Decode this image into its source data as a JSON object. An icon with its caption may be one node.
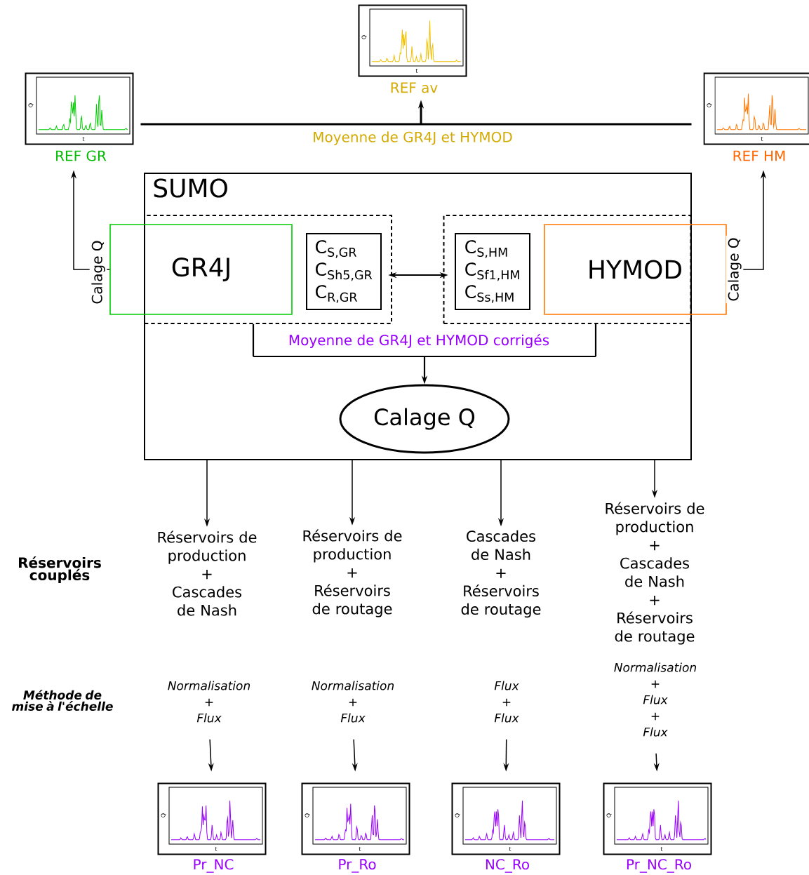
{
  "diagram": {
    "nodes": [
      {
        "text": [
          "Q",
          "t"
        ],
        "beside": [
          "REF av"
        ]
      },
      {
        "text": [
          "Q",
          "t"
        ],
        "beside": [
          "REF GR"
        ]
      },
      {
        "text": [
          "Q",
          "t"
        ],
        "beside": [
          "REF HM"
        ]
      },
      {
        "text": [
          "SUMO"
        ]
      },
      {
        "text": [],
        "shape": "box",
        "in": 3
      },
      {
        "text": [
          "C$_{S,GR}$",
          "C$_{Sh5,GR}$",
          "C$_{R,GR}$"
        ],
        "in": 4
      },
      {
        "text": [],
        "shape": "box",
        "in": 3
      },
      {
        "text": [
          "C$_{S,HM}$",
          "C$_{Sf1,HM}$",
          "C$_{Ss,HM}$"
        ],
        "in": 6
      },
      {
        "text": [
          "GR4J"
        ]
      },
      {
        "text": [
          "HYMOD"
        ]
      },
      {
        "text": [
          "Calage Q"
        ],
        "in": 3
      },
      {
        "text": [
          "Réservoirs de production",
          "+",
          "Cascades de Nash"
        ]
      },
      {
        "text": [
          "Réservoirs de production",
          "+",
          "Réservoirs de routage"
        ]
      },
      {
        "text": [
          "Cascades de Nash",
          "+",
          "Réservoirs de routage"
        ]
      },
      {
        "text": [
          "Réservoirs de production",
          "+",
          "Cascades de Nash",
          "+",
          "Réservoirs de routage"
        ]
      },
      {
        "text": [
          "Normalisation",
          "+",
          "Flux"
        ]
      },
      {
        "text": [
          "Normalisation",
          "+",
          "Flux"
        ]
      },
      {
        "text": [
          "Flux",
          "+",
          "Flux"
        ]
      },
      {
        "text": [
          "Normalisation",
          "+",
          "Flux",
          "+",
          "Flux"
        ]
      },
      {
        "text": [
          "Q",
          "t"
        ],
        "beside": [
          "Pr_NC"
        ]
      },
      {
        "text": [
          "Q",
          "t"
        ],
        "beside": [
          "Pr_Ro"
        ]
      },
      {
        "text": [
          "Q",
          "t"
        ],
        "beside": [
          "NC_Ro"
        ]
      },
      {
        "text": [
          "Q",
          "t"
        ],
        "beside": [
          "Pr_NC_Ro"
        ]
      }
    ],
    "edges": [
      {
        "from": 1,
        "to": 0,
        "arrow": "to",
        "label": "Moyenne de GR4J et HYMOD"
      },
      {
        "from": 2,
        "to": 0,
        "arrow": "to"
      },
      {
        "from": 8,
        "to": 1,
        "arrow": "to",
        "label": "Calage Q"
      },
      {
        "from": 9,
        "to": 2,
        "arrow": "to",
        "label": "Calage Q"
      },
      {
        "from": 5,
        "to": 7,
        "arrow": "both"
      },
      {
        "from": 4,
        "to": 10,
        "arrow": "to",
        "label": "Moyenne de GR4J et HYMOD corrigés"
      },
      {
        "from": 6,
        "to": 10,
        "arrow": "to"
      },
      {
        "from": 3,
        "to": 11,
        "arrow": "to"
      },
      {
        "from": 3,
        "to": 12,
        "arrow": "to"
      },
      {
        "from": 3,
        "to": 13,
        "arrow": "to"
      },
      {
        "from": 3,
        "to": 14,
        "arrow": "to"
      },
      {
        "from": 15,
        "to": 19,
        "arrow": "to"
      },
      {
        "from": 16,
        "to": 20,
        "arrow": "to"
      },
      {
        "from": 17,
        "to": 21,
        "arrow": "to"
      },
      {
        "from": 18,
        "to": 22,
        "arrow": "to"
      }
    ],
    "labels": [
      "Réservoirs couplés",
      "Méthode de mise à l'échelle"
    ]
  }
}
